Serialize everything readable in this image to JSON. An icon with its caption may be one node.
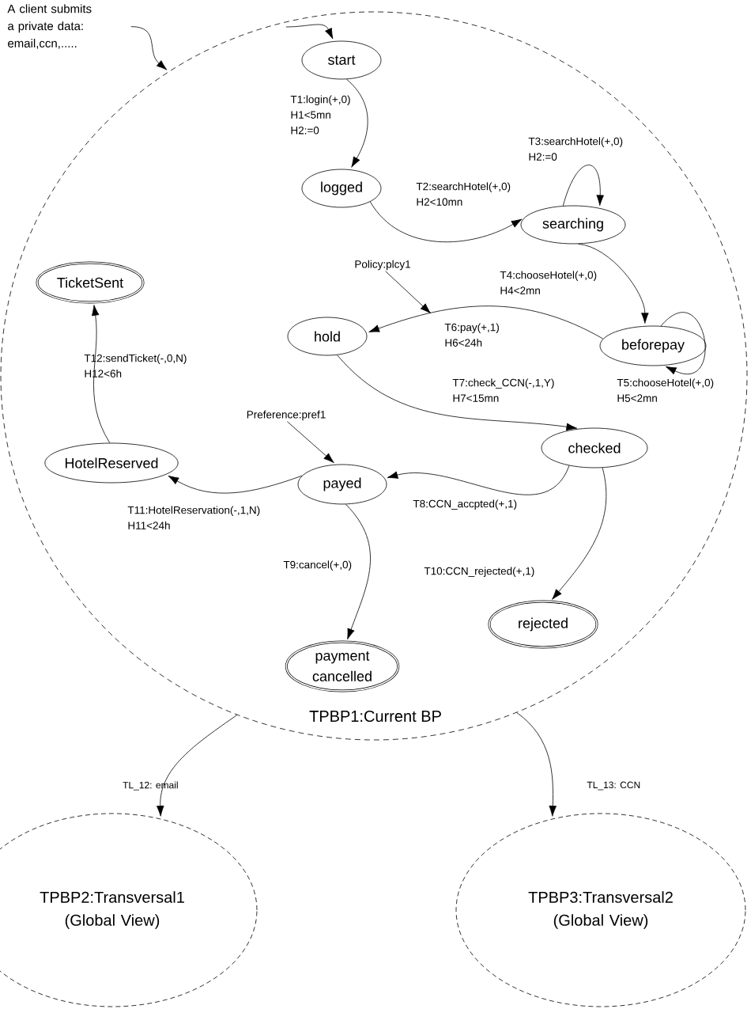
{
  "diagram": {
    "nodes": [
      {
        "text": [
          "TPBP1:Current BP"
        ]
      },
      {
        "text": [
          "A client submits a private data: email,ccn,....."
        ]
      },
      {
        "text": [
          "start"
        ],
        "in": 0
      },
      {
        "text": [
          "logged"
        ],
        "in": 0
      },
      {
        "text": [
          "searching"
        ],
        "in": 0
      },
      {
        "text": [
          "TicketSent"
        ],
        "in": 0
      },
      {
        "text": [
          "hold"
        ],
        "in": 0
      },
      {
        "text": [
          "beforepay"
        ],
        "in": 0
      },
      {
        "text": [
          "HotelReserved"
        ],
        "in": 0
      },
      {
        "text": [
          "payed"
        ],
        "in": 0
      },
      {
        "text": [
          "checked"
        ],
        "in": 0
      },
      {
        "text": [
          "rejected"
        ],
        "in": 0
      },
      {
        "text": [
          "payment cancelled"
        ],
        "in": 0
      },
      {
        "text": [
          "Policy:plcy1"
        ],
        "in": 0
      },
      {
        "text": [
          "Preference:pref1"
        ],
        "in": 0
      },
      {
        "text": [
          "TPBP2:Transversal1 (Global View)"
        ]
      },
      {
        "text": [
          "TPBP3:Transversal2 (Global View)"
        ]
      }
    ],
    "edges": [
      {
        "from": 1,
        "to": 0,
        "arrow": "to"
      },
      {
        "from": null,
        "to": 2,
        "arrow": "to"
      },
      {
        "from": 2,
        "to": 3,
        "arrow": "to",
        "label": "T1:login(+,0) H1<5mn H2:=0"
      },
      {
        "from": 3,
        "to": 4,
        "arrow": "to",
        "label": "T2:searchHotel(+,0) H2<10mn"
      },
      {
        "from": 4,
        "to": 4,
        "arrow": "to",
        "label": "T3:searchHotel(+,0) H2:=0"
      },
      {
        "from": 4,
        "to": 7,
        "arrow": "to",
        "label": "T4:chooseHotel(+,0) H4<2mn"
      },
      {
        "from": 7,
        "to": 7,
        "arrow": "to",
        "label": "T5:chooseHotel(+,0) H5<2mn"
      },
      {
        "from": 7,
        "to": 6,
        "arrow": "to",
        "label": "T6:pay(+,1) H6<24h"
      },
      {
        "from": 6,
        "to": 10,
        "arrow": "to",
        "label": "T7:check_CCN(-,1,Y) H7<15mn"
      },
      {
        "from": 10,
        "to": 9,
        "arrow": "to",
        "label": "T8:CCN_accpted(+,1)"
      },
      {
        "from": 9,
        "to": 12,
        "arrow": "to",
        "label": "T9:cancel(+,0)"
      },
      {
        "from": 10,
        "to": 11,
        "arrow": "to",
        "label": "T10:CCN_rejected(+,1)"
      },
      {
        "from": 9,
        "to": 8,
        "arrow": "to",
        "label": "T11:HotelReservation(-,1,N) H11<24h"
      },
      {
        "from": 8,
        "to": 5,
        "arrow": "to",
        "label": "T12:sendTicket(-,0,N) H12<6h"
      },
      {
        "from": 13,
        "to": null,
        "arrow": "to"
      },
      {
        "from": 14,
        "to": 9,
        "arrow": "to"
      },
      {
        "from": 0,
        "to": 15,
        "arrow": "to",
        "label": "TL_12: email"
      },
      {
        "from": 0,
        "to": 16,
        "arrow": "to",
        "label": "TL_13: CCN"
      }
    ]
  }
}
